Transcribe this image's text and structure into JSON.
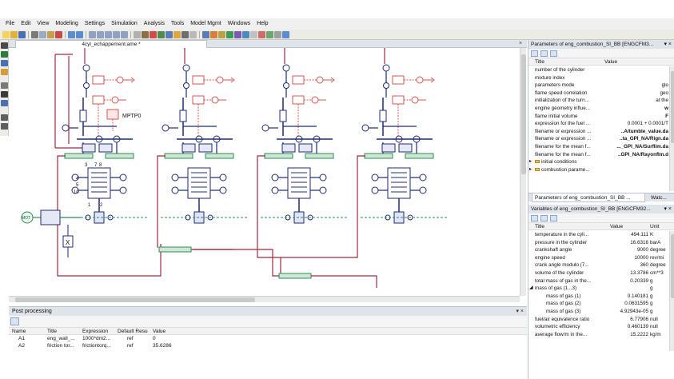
{
  "menubar": {
    "items": [
      "File",
      "Edit",
      "View",
      "Modeling",
      "Settings",
      "Simulation",
      "Analysis",
      "Tools",
      "Model Mgmt",
      "Windows",
      "Help"
    ]
  },
  "document": {
    "tab_label": "4cyl_echappement.ame *",
    "close_label": "×"
  },
  "diagram": {
    "label_mptp": "MPTP0",
    "label_x": "X",
    "label_mot": "MOT",
    "label_3": "3",
    "label_7": "7",
    "label_8": "8",
    "label_10": "10",
    "label_1": "1",
    "label_2": "2",
    "label_4": "4",
    "label_5": "5"
  },
  "post": {
    "title": "Post processing",
    "pin": "▾ ×",
    "columns": [
      "Name",
      "Title",
      "Expression",
      "Default Resu",
      "Value"
    ],
    "rows": [
      [
        "A1",
        "eng_wall_...",
        "1000*dm2...",
        "ref",
        "0"
      ],
      [
        "A2",
        "friction tor...",
        "frictiontorq...",
        "ref",
        "35.6286"
      ]
    ]
  },
  "params_panel": {
    "title": "Parameters of eng_combustion_SI_BB [ENGCFM3...",
    "pin": "▾ ×",
    "col_title": "Title",
    "col_value": "Value",
    "rows": [
      {
        "t": "number of the cylinder",
        "v": "",
        "bold": false
      },
      {
        "t": "mixture index",
        "v": "",
        "bold": false
      },
      {
        "t": "parameters mode",
        "v": "glo",
        "bold": false
      },
      {
        "t": "flame speed correlation",
        "v": "geo",
        "bold": false
      },
      {
        "t": "initialization of the turn...",
        "v": "at the",
        "bold": false
      },
      {
        "t": "engine geometry influe...",
        "v": "w",
        "bold": true
      },
      {
        "t": "flame initial volume",
        "v": "F",
        "bold": true
      },
      {
        "t": "expression for the fuel ...",
        "v": "0.0001 + 0.0001/T",
        "bold": false
      },
      {
        "t": "filename or expression ...",
        "v": "..A/tumble_value.da",
        "bold": true
      },
      {
        "t": "filename or expression ...",
        "v": "..ta_GPI_NA/Rign.da",
        "bold": true
      },
      {
        "t": "filename for the mean f...",
        "v": "..._GPI_NA/Surflim.da",
        "bold": true
      },
      {
        "t": "filename for the mean f...",
        "v": "..GPI_NA/Rayonflm.d",
        "bold": true
      },
      {
        "t": "initial conditions",
        "v": "",
        "bold": false,
        "folder": true
      },
      {
        "t": "combustion parame...",
        "v": "",
        "bold": false,
        "folder": true
      }
    ]
  },
  "right_tabs": {
    "tab1": "Parameters of eng_combustion_SI_BB ...",
    "tab2": "Watc..."
  },
  "vars_panel": {
    "title": "Variables of eng_combustion_SI_BB [ENGCFM32...",
    "pin": "▾ ×",
    "col_title": "Title",
    "col_value": "Value",
    "col_unit": "Unit",
    "rows": [
      {
        "t": "temperature in the cyli...",
        "v": "494.111",
        "u": "K"
      },
      {
        "t": "pressure in the cylinder",
        "v": "16.6316",
        "u": "barA"
      },
      {
        "t": "crankshaft angle",
        "v": "9000",
        "u": "degree"
      },
      {
        "t": "engine speed",
        "v": "10000",
        "u": "rev/mi"
      },
      {
        "t": "crank angle modulo (7...",
        "v": "360",
        "u": "degree"
      },
      {
        "t": "volume of the cylinder",
        "v": "13.3786",
        "u": "cm**3"
      },
      {
        "t": "total mass of gas in the...",
        "v": "0.20339",
        "u": "g"
      },
      {
        "t": "mass of gas (1...3)",
        "v": "",
        "u": "g",
        "expand": true
      },
      {
        "t": "mass of gas (1)",
        "v": "0.140181",
        "u": "g",
        "indent": true
      },
      {
        "t": "mass of gas (2)",
        "v": "0.0631595",
        "u": "g",
        "indent": true
      },
      {
        "t": "mass of gas (3)",
        "v": "4.92943e-05",
        "u": "g",
        "indent": true
      },
      {
        "t": "fuel/air equivalence ratio",
        "v": "6.77906",
        "u": "null"
      },
      {
        "t": "volumetric efficiency",
        "v": "0.460139",
        "u": "null"
      },
      {
        "t": "average flow/m in the...",
        "v": "15.2222",
        "u": "kg/m"
      }
    ]
  },
  "colors": {
    "crimson": "#a2293e",
    "navy": "#1d2a78",
    "green": "#2e8b57",
    "salmon": "#d9534f",
    "toolbar": "#ecebe6",
    "panel_title": "#dfe3ea"
  }
}
